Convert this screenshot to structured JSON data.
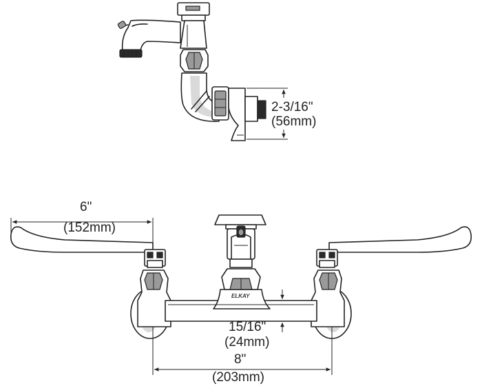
{
  "side_view": {
    "height_dim": {
      "imperial": "2-3/16\"",
      "metric": "(56mm)"
    }
  },
  "front_view": {
    "handle_dim": {
      "imperial": "6\"",
      "metric": "(152mm)"
    },
    "projection_dim": {
      "imperial": "15/16\"",
      "metric": "(24mm)"
    },
    "centers_dim": {
      "imperial": "8\"",
      "metric": "(203mm)"
    },
    "brand": "ELKAY"
  }
}
